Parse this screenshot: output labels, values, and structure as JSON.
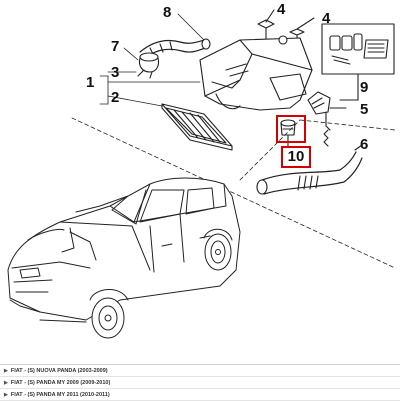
{
  "callouts": {
    "c1": "1",
    "c2": "2",
    "c3": "3",
    "c4a": "4",
    "c4b": "4",
    "c5": "5",
    "c6": "6",
    "c7": "7",
    "c8": "8",
    "c9": "9",
    "c10": "10"
  },
  "highlight_color": "#d40000",
  "model_list": [
    {
      "label": "FIAT - (S) NUOVA PANDA (2003-2009)",
      "icon": "triangle-right-icon"
    },
    {
      "label": "FIAT - (S) PANDA MY 2009 (2009-2010)",
      "icon": "triangle-right-icon"
    },
    {
      "label": "FIAT - (S) PANDA MY 2011 (2010-2011)",
      "icon": "triangle-right-icon"
    }
  ]
}
